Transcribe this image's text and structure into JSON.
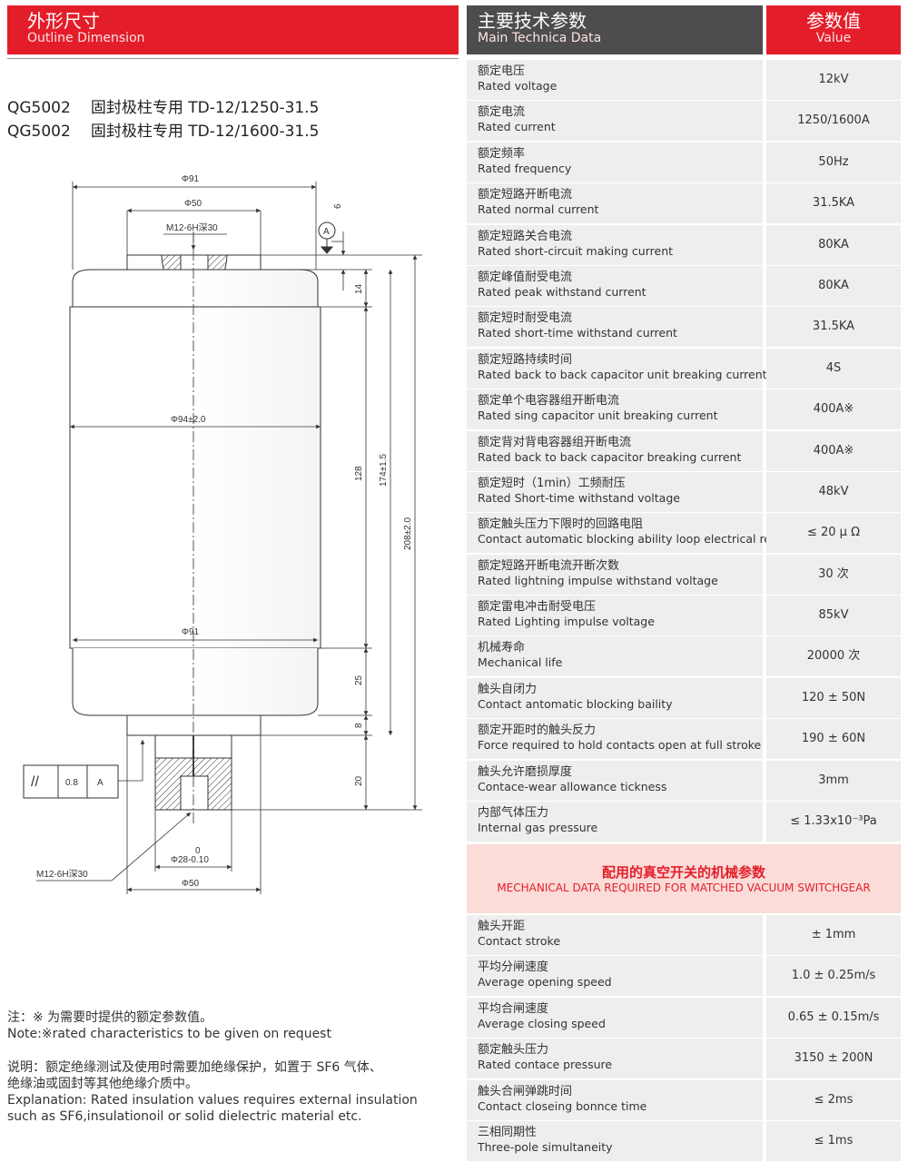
{
  "header": {
    "left": {
      "zh": "外形尺寸",
      "en": "Outline Dimension"
    },
    "middle": {
      "zh": "主要技术参数",
      "en": "Main Technica Data"
    },
    "right": {
      "zh": "参数值",
      "en": "Value"
    }
  },
  "models": [
    {
      "code": "QG5002",
      "desc": "固封极柱专用 TD-12/1250-31.5"
    },
    {
      "code": "QG5002",
      "desc": "固封极柱专用 TD-12/1600-31.5"
    }
  ],
  "drawing": {
    "phi91_top": "Φ91",
    "phi50_top": "Φ50",
    "m12_top": "M12-6H深30",
    "datum": "A",
    "dim6": "6",
    "dim14": "14",
    "phi94": "Φ94±2.0",
    "dim128": "128",
    "dim174": "174±1.5",
    "dim208": "208±2.0",
    "phi91_bottom": "Φ91",
    "dim25": "25",
    "dim8": "8",
    "dim20": "20",
    "tol_symbol": "//",
    "tol_value": "0.8",
    "tol_datum": "A",
    "phi28_upper": "0",
    "phi28": "Φ28-0.10",
    "m12_bottom": "M12-6H深30",
    "phi50_bottom": "Φ50"
  },
  "notes": {
    "note_zh": "注：※ 为需要时提供的额定参数值。",
    "note_en": "Note:※rated characteristics to be given on request",
    "expl_zh_1": "说明：额定绝缘测试及使用时需要加绝缘保护，如置于 SF6 气体、",
    "expl_zh_2": "绝缘油或固封等其他绝缘介质中。",
    "expl_en_1": "Explanation: Rated insulation values requires external insulation",
    "expl_en_2": "such as SF6,insulationoil or solid dielectric material etc."
  },
  "main_table": [
    {
      "zh": "额定电压",
      "en": "Rated voltage",
      "value": "12kV"
    },
    {
      "zh": "额定电流",
      "en": "Rated current",
      "value": "1250/1600A"
    },
    {
      "zh": "额定频率",
      "en": "Rated frequency",
      "value": "50Hz"
    },
    {
      "zh": "额定短路开断电流",
      "en": "Rated normal current",
      "value": "31.5KA"
    },
    {
      "zh": "额定短路关合电流",
      "en": "Rated short-circuit making current",
      "value": "80KA"
    },
    {
      "zh": "额定峰值耐受电流",
      "en": "Rated peak withstand current",
      "value": "80KA"
    },
    {
      "zh": "额定短时耐受电流",
      "en": "Rated short-time withstand current",
      "value": "31.5KA"
    },
    {
      "zh": "额定短路持续时间",
      "en": "Rated back to back capacitor unit breaking current",
      "value": "4S"
    },
    {
      "zh": "额定单个电容器组开断电流",
      "en": "Rated sing capacitor unit breaking current",
      "value": "400A※"
    },
    {
      "zh": "额定背对背电容器组开断电流",
      "en": "Rated back to back capacitor breaking current",
      "value": "400A※"
    },
    {
      "zh": "额定短时（1min）工频耐压",
      "en": "Rated Short-time withstand voltage",
      "value": "48kV"
    },
    {
      "zh": "额定触头压力下限时的回路电阻",
      "en": "Contact automatic blocking ability loop electrical resistance",
      "value": "≤ 20 μ Ω"
    },
    {
      "zh": "额定短路开断电流开断次数",
      "en": "Rated lightning impulse withstand voltage",
      "value": "30 次"
    },
    {
      "zh": "额定雷电冲击耐受电压",
      "en": "Rated Lighting impulse  voltage",
      "value": "85kV"
    },
    {
      "zh": "机械寿命",
      "en": "Mechanical life",
      "value": "20000 次"
    },
    {
      "zh": "触头自闭力",
      "en": "Contact antomatic blocking baility",
      "value": "120 ± 50N"
    },
    {
      "zh": "额定开距时的触头反力",
      "en": "Force required to hold contacts open at full stroke",
      "value": "190 ± 60N"
    },
    {
      "zh": "触头允许磨损厚度",
      "en": "Contace-wear allowance tickness",
      "value": "3mm"
    },
    {
      "zh": "内部气体压力",
      "en": "Internal gas pressure",
      "value": "≤ 1.33x10⁻³Pa"
    }
  ],
  "mech_banner": {
    "zh": "配用的真空开关的机械参数",
    "en": "MECHANICAL DATA REQUIRED FOR MATCHED VACUUM SWITCHGEAR"
  },
  "mech_table": [
    {
      "zh": "触头开距",
      "en": "Contact stroke",
      "value": "± 1mm"
    },
    {
      "zh": "平均分闸速度",
      "en": "Average opening speed",
      "value": "1.0 ± 0.25m/s"
    },
    {
      "zh": "平均合闸速度",
      "en": "Average closing speed",
      "value": "0.65 ± 0.15m/s"
    },
    {
      "zh": "额定触头压力",
      "en": "Rated contace pressure",
      "value": "3150 ± 200N"
    },
    {
      "zh": "触头合闸弹跳时间",
      "en": "Contact closeing bonnce time",
      "value": "≤ 2ms"
    },
    {
      "zh": "三相同期性",
      "en": "Three-pole simultaneity",
      "value": "≤ 1ms"
    }
  ],
  "colors": {
    "accent": "#e31e2a",
    "header_dark": "#4d4d4d",
    "row_bg": "#eeeeee",
    "banner_bg": "#fbdcd8"
  }
}
